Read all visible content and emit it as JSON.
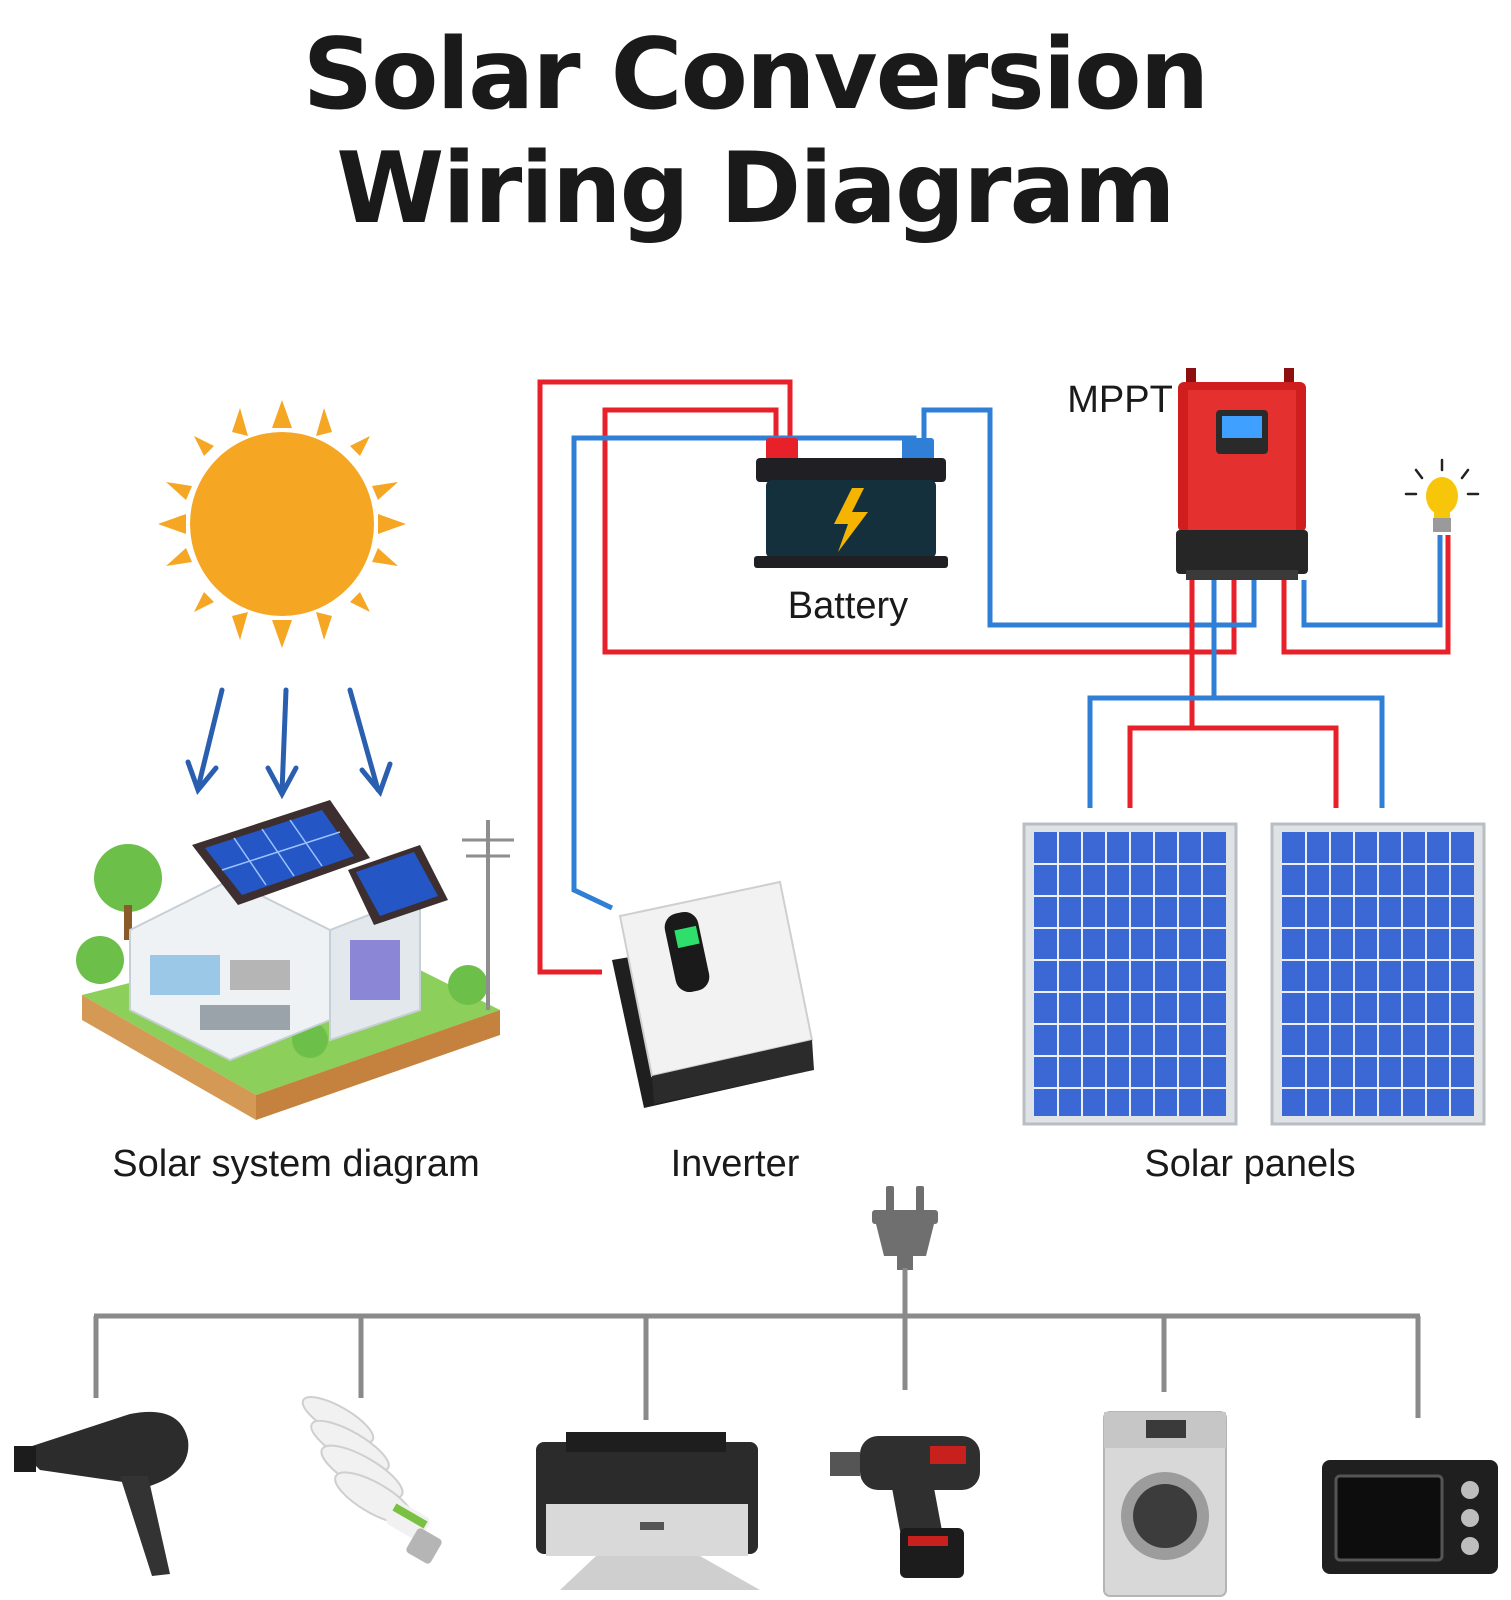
{
  "title": {
    "line1": "Solar Conversion",
    "line2": "Wiring Diagram"
  },
  "labels": {
    "battery": "Battery",
    "mppt": "MPPT",
    "solar_system": "Solar system diagram",
    "inverter": "Inverter",
    "solar_panels": "Solar panels"
  },
  "colors": {
    "positive_wire": "#e8202a",
    "negative_wire": "#2f7fd6",
    "load_line": "#8a8a8a",
    "sun": "#f5a623",
    "panel": "#3b68d4"
  },
  "appliances": [
    "hair-dryer",
    "cfl-bulb",
    "printer",
    "cordless-drill",
    "washing-machine",
    "toaster-oven"
  ]
}
